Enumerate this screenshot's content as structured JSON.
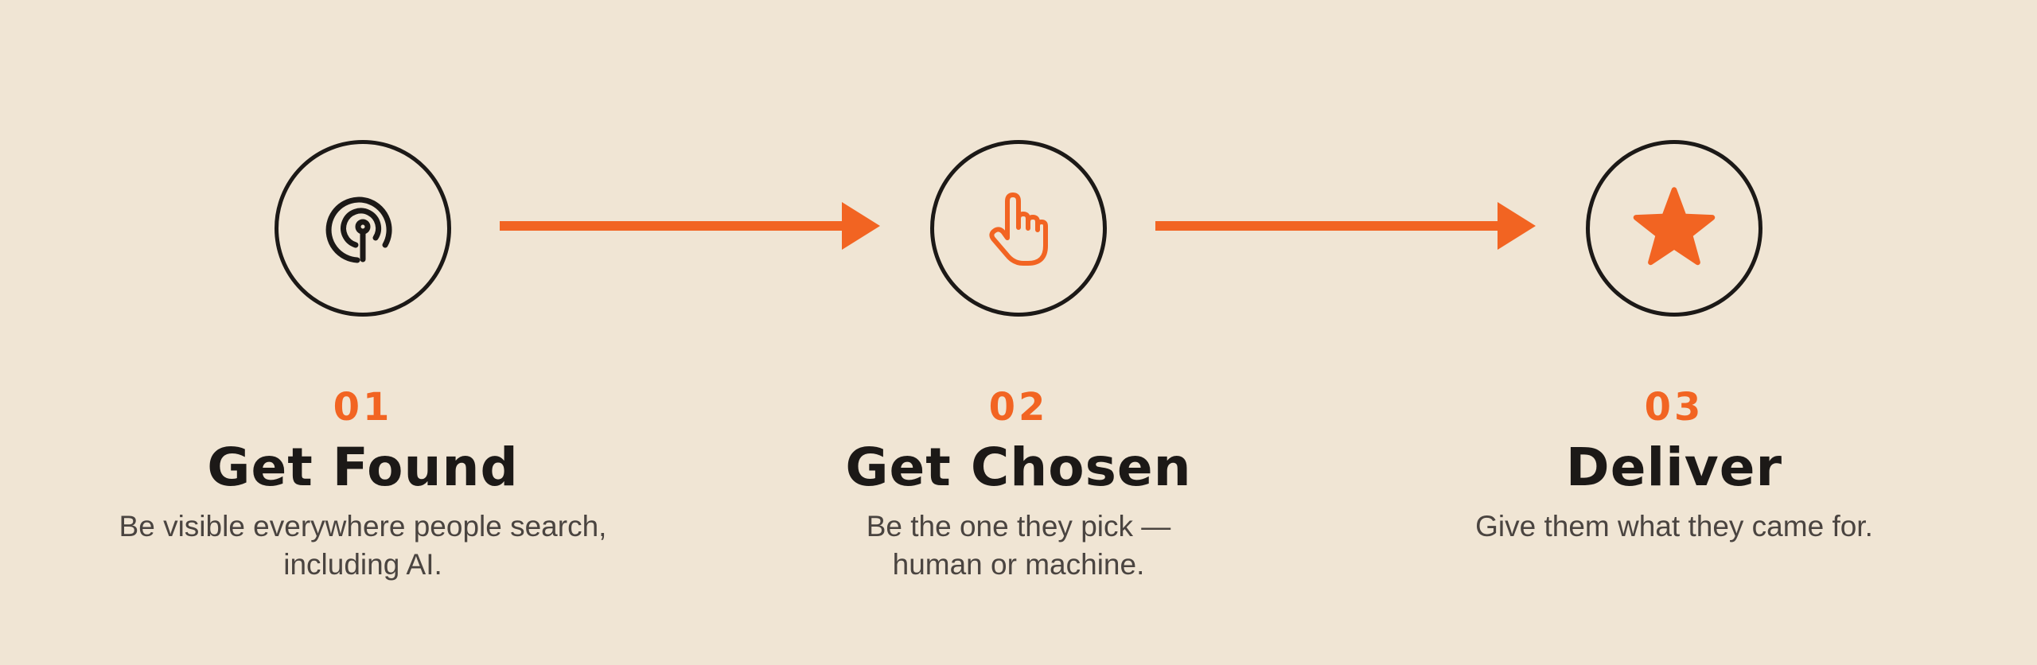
{
  "colors": {
    "background": "#f0e5d4",
    "accent": "#f26422",
    "ink": "#1c1917",
    "muted": "#4a4440"
  },
  "steps": [
    {
      "number": "01",
      "title": "Get Found",
      "description_lines": [
        "Be visible everywhere people search,",
        "including AI."
      ],
      "icon": "broadcast-signal-icon"
    },
    {
      "number": "02",
      "title": "Get Chosen",
      "description_lines": [
        "Be the one they pick —",
        "human or machine."
      ],
      "icon": "pointing-hand-icon"
    },
    {
      "number": "03",
      "title": "Deliver",
      "description_lines": [
        "Give them what they came for."
      ],
      "icon": "star-icon"
    }
  ]
}
